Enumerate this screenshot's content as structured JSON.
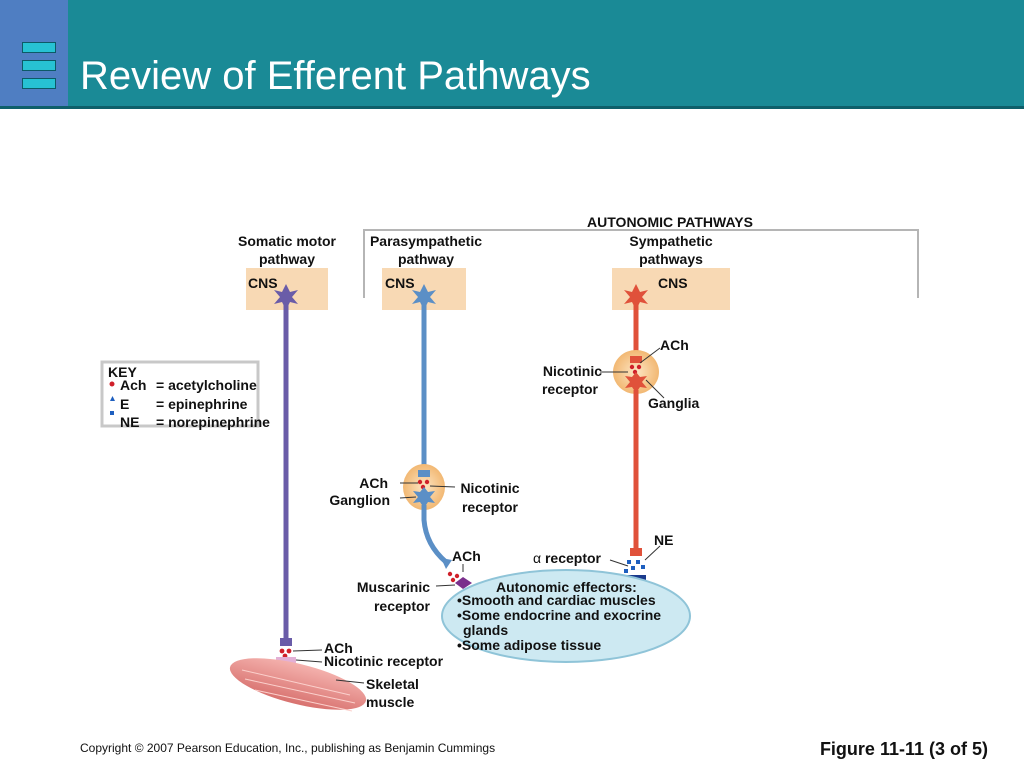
{
  "slide": {
    "title": "Review of Efferent Pathways",
    "copyright": "Copyright © 2007 Pearson Education, Inc., publishing as Benjamin Cummings",
    "figure_label": "Figure 11-11 (3 of 5)"
  },
  "header": {
    "icon": "slide-bars-icon"
  },
  "diagram": {
    "autonomic_header": "AUTONOMIC PATHWAYS",
    "somatic": {
      "title_line1": "Somatic motor",
      "title_line2": "pathway",
      "cns": "CNS",
      "ach": "ACh",
      "receptor": "Nicotinic receptor",
      "target_line1": "Skeletal",
      "target_line2": "muscle"
    },
    "parasympathetic": {
      "title_line1": "Parasympathetic",
      "title_line2": "pathway",
      "cns": "CNS",
      "ganglion_ach": "ACh",
      "ganglion": "Ganglion",
      "ganglion_receptor_line1": "Nicotinic",
      "ganglion_receptor_line2": "receptor",
      "effector_ach": "ACh",
      "effector_receptor_line1": "Muscarinic",
      "effector_receptor_line2": "receptor"
    },
    "sympathetic": {
      "title_line1": "Sympathetic",
      "title_line2": "pathways",
      "cns": "CNS",
      "ganglion_ach": "ACh",
      "ganglion_receptor_line1": "Nicotinic",
      "ganglion_receptor_line2": "receptor",
      "ganglia": "Ganglia",
      "ne": "NE",
      "alpha_symbol": "α",
      "alpha_receptor": "receptor"
    },
    "effectors": {
      "title": "Autonomic effectors:",
      "items": [
        "•Smooth and cardiac muscles",
        "•Some endocrine and exocrine",
        "glands",
        "•Some adipose tissue"
      ]
    },
    "key": {
      "title": "KEY",
      "entries": [
        {
          "abbr": "Ach",
          "meaning": "= acetylcholine",
          "symbol_color": "#d0202a"
        },
        {
          "abbr": "E",
          "meaning": "= epinephrine",
          "symbol_color": "#1e5fbf"
        },
        {
          "abbr": "NE",
          "meaning": "= norepinephrine",
          "symbol_color": "#1e5fbf"
        }
      ]
    },
    "colors": {
      "somatic": "#6a5ca8",
      "parasympathetic": "#5b8fc6",
      "sympathetic": "#e0513a",
      "cns_box": "#f8d9b4",
      "ganglion": "#f6c98e",
      "effector_fill": "#cde9f2",
      "effector_border": "#8fc4d8",
      "muscle": "#e98a8a",
      "neurotransmitter": "#d0202a",
      "norepinephrine": "#1e5fbf"
    }
  }
}
